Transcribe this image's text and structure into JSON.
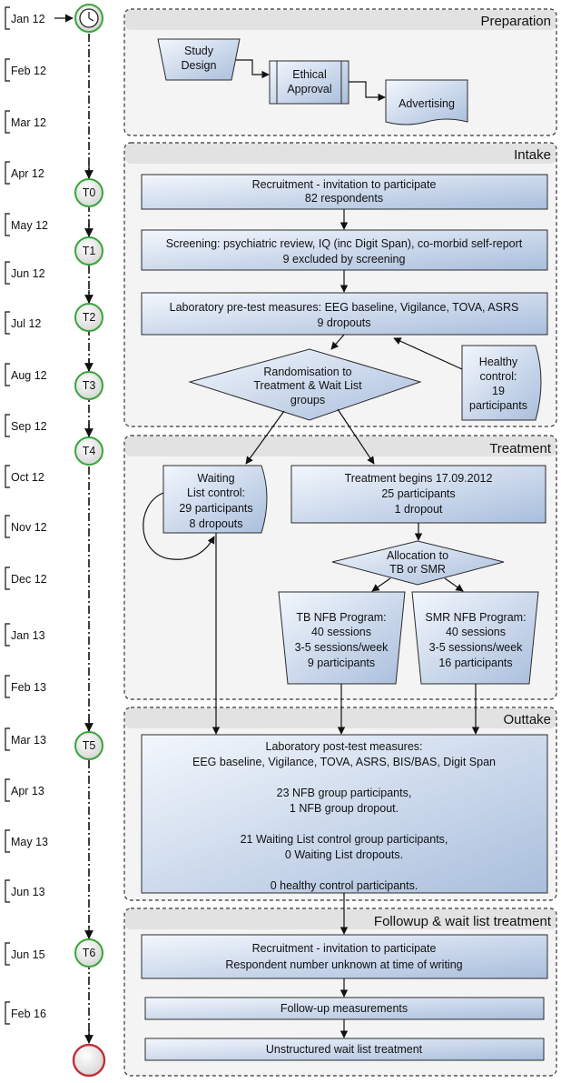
{
  "timeline": {
    "dates": [
      "Jan 12",
      "Feb 12",
      "Mar 12",
      "Apr 12",
      "May 12",
      "Jun 12",
      "Jul 12",
      "Aug 12",
      "Sep 12",
      "Oct 12",
      "Nov 12",
      "Dec 12",
      "Jan 13",
      "Feb 13",
      "Mar 13",
      "Apr 13",
      "May 13",
      "Jun 13",
      "Jun 15",
      "Feb 16"
    ],
    "points": [
      "T0",
      "T1",
      "T2",
      "T3",
      "T4",
      "T5",
      "T6"
    ]
  },
  "sections": {
    "preparation": "Preparation",
    "intake": "Intake",
    "treatment": "Treatment",
    "outtake": "Outtake",
    "followup": "Followup & wait list treatment"
  },
  "preparation": {
    "study_design": [
      "Study",
      "Design"
    ],
    "ethical_approval": [
      "Ethical",
      "Approval"
    ],
    "advertising": [
      "Advertising"
    ]
  },
  "intake": {
    "recruitment": [
      "Recruitment - invitation to participate",
      "82 respondents"
    ],
    "screening": [
      "Screening: psychiatric review, IQ (inc Digit Span), co-morbid self-report",
      "9 excluded by screening"
    ],
    "pretest": [
      "Laboratory pre-test measures: EEG baseline, Vigilance, TOVA, ASRS",
      "9 dropouts"
    ],
    "randomisation": [
      "Randomisation to",
      "Treatment & Wait List",
      "groups"
    ],
    "healthy_control": [
      "Healthy",
      "control:",
      "19",
      "participants"
    ]
  },
  "treatment": {
    "waiting_list": [
      "Waiting",
      "List control:",
      "29 participants",
      "8 dropouts"
    ],
    "begins": [
      "Treatment begins 17.09.2012",
      "25 participants",
      "1 dropout"
    ],
    "allocation": [
      "Allocation to",
      "TB or SMR"
    ],
    "tb": [
      "TB NFB Program:",
      "40 sessions",
      "3-5 sessions/week",
      "9 participants"
    ],
    "smr": [
      "SMR NFB Program:",
      "40 sessions",
      "3-5 sessions/week",
      "16 participants"
    ]
  },
  "outtake": {
    "posttest": [
      "Laboratory post-test measures:",
      "EEG baseline, Vigilance, TOVA, ASRS, BIS/BAS, Digit Span",
      "",
      "23 NFB group participants,",
      "1 NFB group dropout.",
      "",
      "21 Waiting List control group participants,",
      "0 Waiting List dropouts.",
      "",
      "0 healthy control participants."
    ]
  },
  "followup": {
    "recruitment": [
      "Recruitment - invitation to participate",
      "Respondent number unknown at time of writing"
    ],
    "measurements": [
      "Follow-up measurements"
    ],
    "wait_list": [
      "Unstructured wait list treatment"
    ]
  },
  "colors": {
    "box_fill_light": "#f2f6fc",
    "box_fill_dark": "#a9bedc",
    "box_stroke": "#2b2b2b",
    "section_fill": "#f4f4f4",
    "section_title_fill": "#e2e2e2",
    "timepoint_fill": "#e4e4e4",
    "timepoint_stroke": "#3aa53a",
    "end_stroke": "#c0303a",
    "clock_icon": "clock-icon"
  }
}
